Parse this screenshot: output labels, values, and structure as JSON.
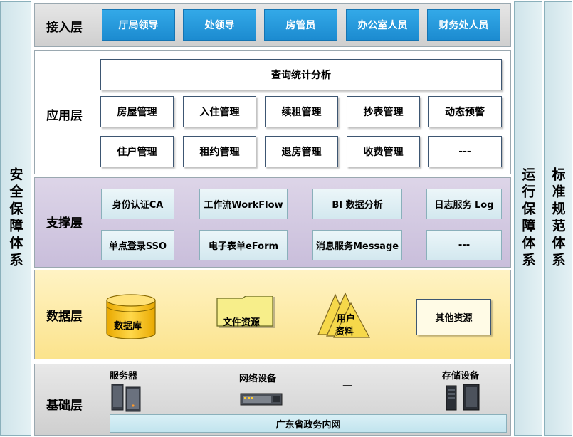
{
  "side_left": {
    "label": "安全保障体系"
  },
  "side_right_1": {
    "label": "运行保障体系"
  },
  "side_right_2": {
    "label": "标准规范体系"
  },
  "access": {
    "title": "接入层",
    "items": [
      "厅局领导",
      "处领导",
      "房管员",
      "办公室人员",
      "财务处人员"
    ]
  },
  "application": {
    "title": "应用层",
    "top": "查询统计分析",
    "row1": [
      "房屋管理",
      "入住管理",
      "续租管理",
      "抄表管理",
      "动态预警"
    ],
    "row2": [
      "住户管理",
      "租约管理",
      "退房管理",
      "收费管理",
      "---"
    ]
  },
  "support": {
    "title": "支撑层",
    "row1": [
      "身份认证CA",
      "工作流WorkFlow",
      "BI 数据分析",
      "日志服务 Log"
    ],
    "row2": [
      "单点登录SSO",
      "电子表单eForm",
      "消息服务Message",
      "---"
    ]
  },
  "data": {
    "title": "数据层",
    "database": "数据库",
    "files": "文件资源",
    "user_line1": "用户",
    "user_line2": "资料",
    "other": "其他资源"
  },
  "base": {
    "title": "基础层",
    "server": "服务器",
    "network": "网络设备",
    "dash": "—",
    "storage": "存储设备",
    "intranet": "广东省政务内网"
  }
}
